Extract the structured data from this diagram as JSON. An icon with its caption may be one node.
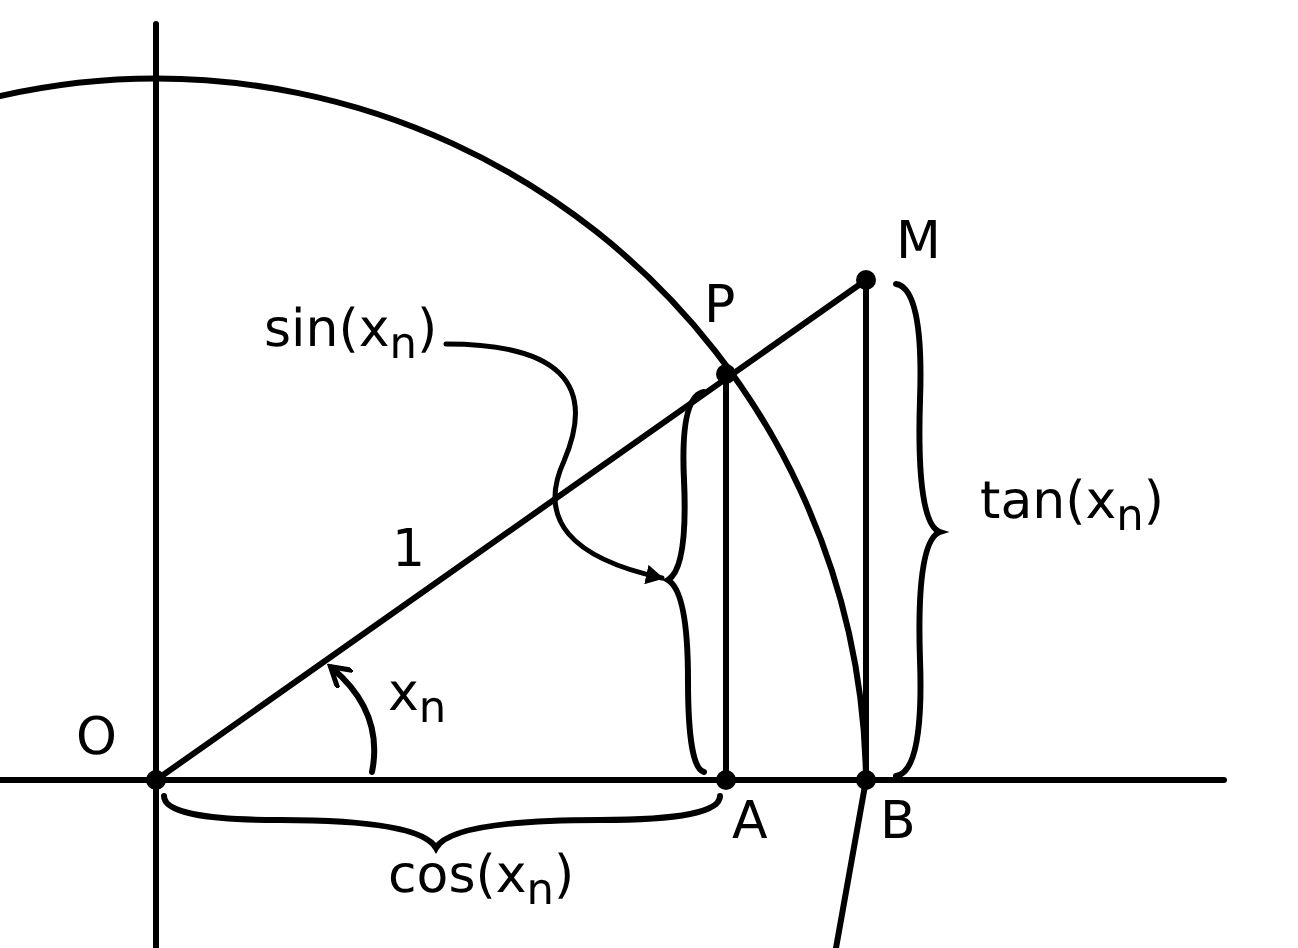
{
  "diagram": {
    "nodes": [
      {
        "text": [
          "sin(x$_{n}$)"
        ]
      },
      {
        "text": [],
        "shape": "brace"
      }
    ],
    "edges": [
      {
        "from": 0,
        "to": 1,
        "arrow": "to"
      }
    ],
    "labels": [
      "M",
      "P",
      "1",
      "O",
      "x$_{n}$",
      "A",
      "B",
      "cos(x$_{n}$)",
      "tan(x$_{n}$)"
    ]
  }
}
